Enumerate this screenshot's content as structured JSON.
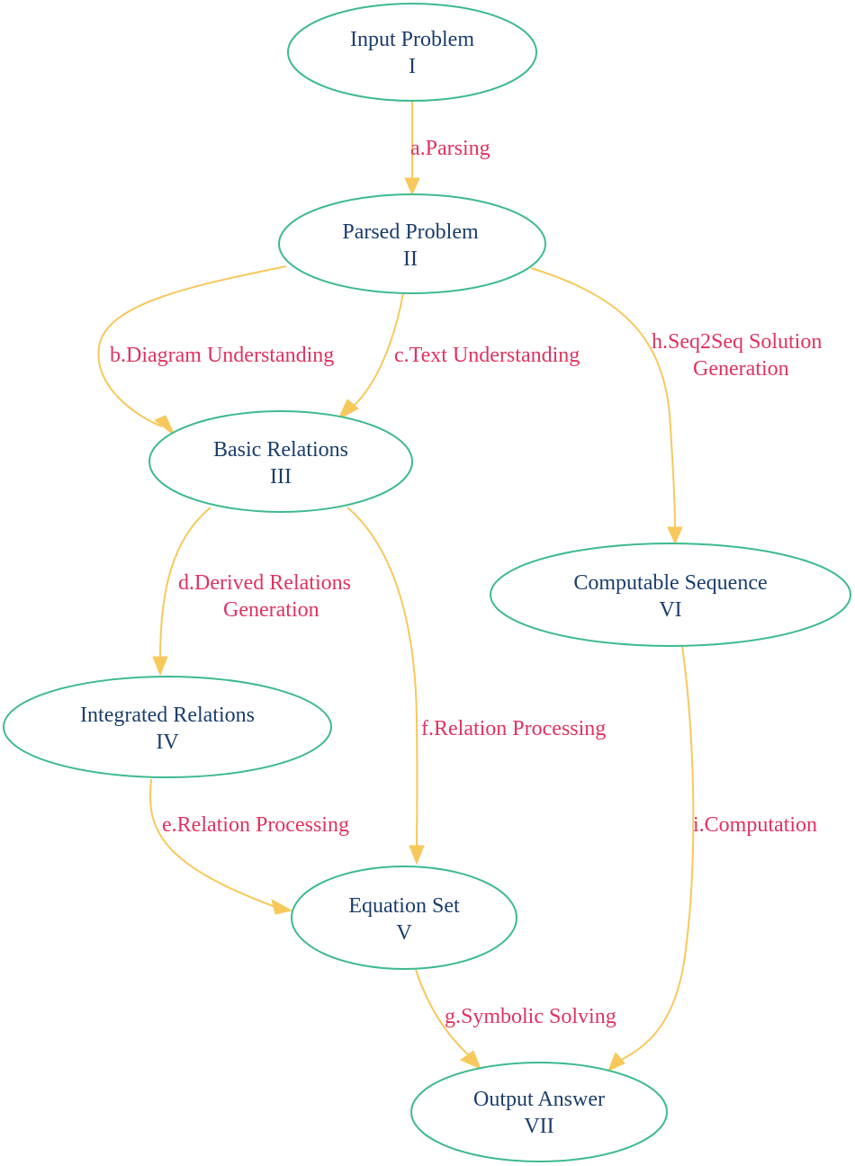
{
  "colors": {
    "node_border": "#3dba8e",
    "node_text": "#1b3d6b",
    "edge": "#f7c85c",
    "edge_label": "#e0325f",
    "background": "#ffffff"
  },
  "nodes": {
    "input_problem": {
      "line1": "Input Problem",
      "line2": "I"
    },
    "parsed_problem": {
      "line1": "Parsed Problem",
      "line2": "II"
    },
    "basic_relations": {
      "line1": "Basic Relations",
      "line2": "III"
    },
    "integrated_relations": {
      "line1": "Integrated Relations",
      "line2": "IV"
    },
    "equation_set": {
      "line1": "Equation Set",
      "line2": "V"
    },
    "computable_sequence": {
      "line1": "Computable Sequence",
      "line2": "VI"
    },
    "output_answer": {
      "line1": "Output Answer",
      "line2": "VII"
    }
  },
  "edges": {
    "a": {
      "from": "input_problem",
      "to": "parsed_problem",
      "line1": "a.Parsing",
      "line2": ""
    },
    "b": {
      "from": "parsed_problem",
      "to": "basic_relations",
      "line1": "b.Diagram Understanding",
      "line2": ""
    },
    "c": {
      "from": "parsed_problem",
      "to": "basic_relations",
      "line1": "c.Text Understanding",
      "line2": ""
    },
    "h": {
      "from": "parsed_problem",
      "to": "computable_sequence",
      "line1": "h.Seq2Seq Solution",
      "line2": "Generation"
    },
    "d": {
      "from": "basic_relations",
      "to": "integrated_relations",
      "line1": "d.Derived Relations",
      "line2": "Generation"
    },
    "f": {
      "from": "basic_relations",
      "to": "equation_set",
      "line1": "f.Relation Processing",
      "line2": ""
    },
    "e": {
      "from": "integrated_relations",
      "to": "equation_set",
      "line1": "e.Relation Processing",
      "line2": ""
    },
    "i": {
      "from": "computable_sequence",
      "to": "output_answer",
      "line1": "i.Computation",
      "line2": ""
    },
    "g": {
      "from": "equation_set",
      "to": "output_answer",
      "line1": "g.Symbolic Solving",
      "line2": ""
    }
  }
}
